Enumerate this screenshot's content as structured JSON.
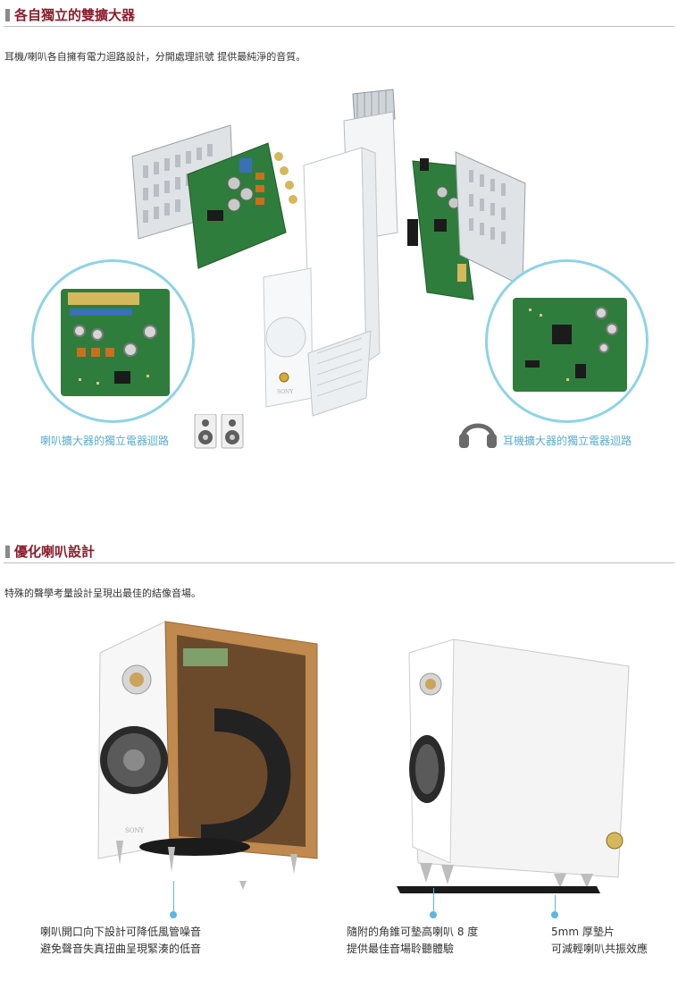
{
  "section1": {
    "title": "各自獨立的雙擴大器",
    "description": "耳機/喇叭各自擁有電力迴路設計，分開處理訊號 提供最純淨的音質。",
    "left_caption": "喇叭擴大器的獨立電器迴路",
    "right_caption": "耳機擴大器的獨立電器迴路",
    "brand_mark": "SONY",
    "icons": {
      "left": "speaker-pair-icon",
      "right": "headphones-icon"
    }
  },
  "section2": {
    "title": "優化喇叭設計",
    "description": "特殊的聲學考量設計呈現出最佳的結像音場。",
    "brand_mark": "SONY",
    "captions": [
      {
        "line1": "喇叭開口向下設計可降低風管噪音",
        "line2": "避免聲音失真扭曲呈現緊湊的低音"
      },
      {
        "line1": "隨附的角錐可墊高喇叭 8 度",
        "line2": "提供最佳音場聆聽體驗"
      },
      {
        "line1": "5mm 厚墊片",
        "line2": "可減輕喇叭共振效應"
      }
    ]
  },
  "colors": {
    "title": "#8b1d2c",
    "accent_blue": "#5aaccc",
    "bubble_border": "#8fd3e6",
    "pcb_green": "#2f7d3c"
  }
}
